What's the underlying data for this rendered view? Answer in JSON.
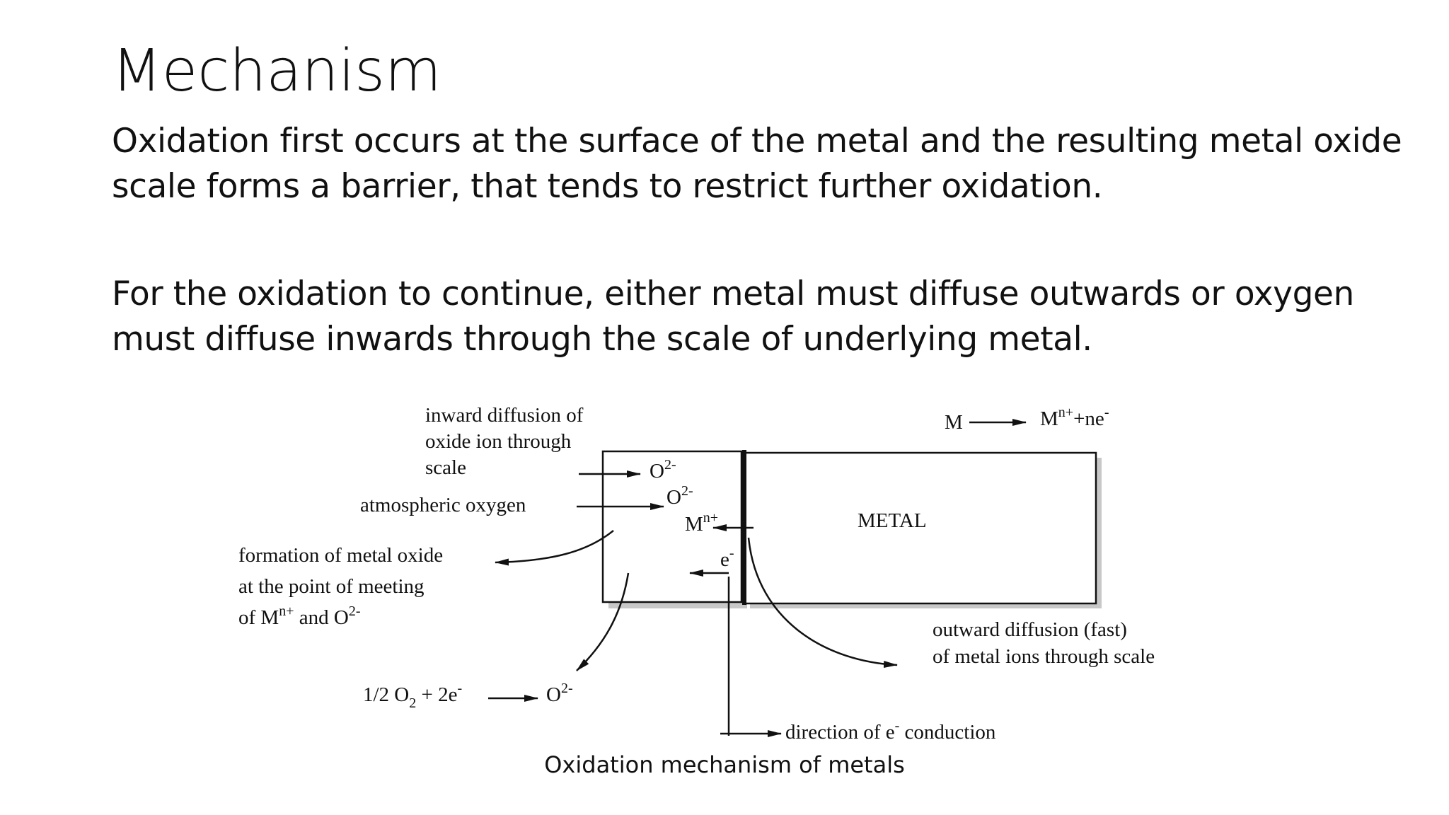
{
  "slide": {
    "title": "Mechanism",
    "paragraph_1": "Oxidation first occurs at the surface of the metal and the resulting metal oxide scale forms a barrier, that tends to restrict further oxidation.",
    "paragraph_2": "For the oxidation to continue, either metal must diffuse outwards or oxygen must diffuse inwards through the scale of underlying metal.",
    "caption": "Oxidation mechanism of metals"
  },
  "diagram": {
    "inward_line1": "inward diffusion of",
    "inward_line2": "oxide ion through",
    "inward_line3": "scale",
    "atmospheric": "atmospheric oxygen",
    "formation_line1": "formation of metal oxide",
    "formation_line2": "at the point of meeting",
    "formation_line3_a": "of M",
    "formation_line3_sup1": "n+",
    "formation_line3_b": " and O",
    "formation_line3_sup2": "2-",
    "reaction_left_a": "1/2 O",
    "reaction_left_sub": "2",
    "reaction_left_b": " + 2e",
    "reaction_left_sup": "-",
    "reaction_right": "O",
    "reaction_right_sup": "2-",
    "o_top": "O",
    "o_top_sup": "2-",
    "o_mid": "O",
    "o_mid_sup": "2-",
    "m_ion": "M",
    "m_ion_sup": "n+",
    "electron": "e",
    "electron_sup": "-",
    "metal_label": "METAL",
    "metal_reaction_left": "M",
    "metal_reaction_right": "M",
    "metal_reaction_sup": "n+",
    "metal_reaction_tail": "+ne",
    "metal_reaction_tail_sup": "-",
    "outward_line1": "outward diffusion (fast)",
    "outward_line2": "of metal ions through scale",
    "conduction_a": "direction of e",
    "conduction_sup": "-",
    "conduction_b": " conduction"
  }
}
